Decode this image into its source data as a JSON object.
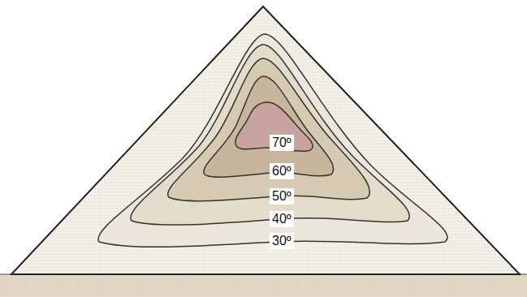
{
  "diagram": {
    "labels": [
      "70º",
      "60º",
      "50º",
      "40º",
      "30º"
    ]
  }
}
